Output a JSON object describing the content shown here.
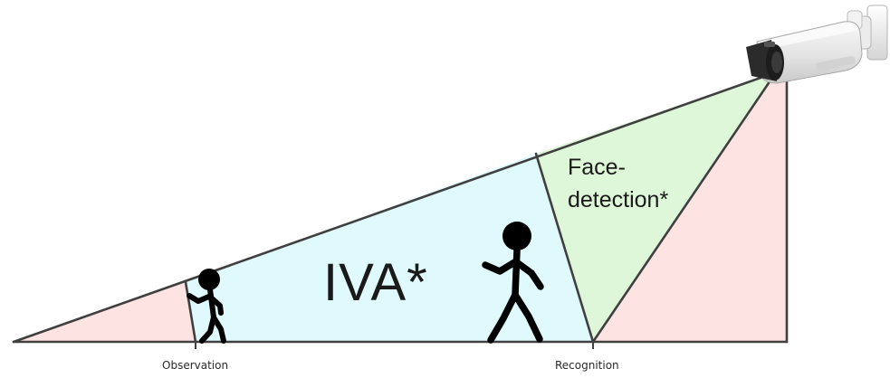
{
  "zones": {
    "iva_label": "IVA*",
    "face_detection_label_line1": "Face-",
    "face_detection_label_line2": "detection*"
  },
  "ground_markers": {
    "observation_label": "Observation",
    "recognition_label": "Recognition"
  },
  "colors": {
    "observation_zone": "#fde3e1",
    "iva_zone": "#dff9fd",
    "face_detection_zone": "#dff7d9",
    "recognition_zone": "#fde3e1",
    "outline": "#404040",
    "figure": "#000000"
  },
  "icons": {
    "camera": "bullet-camera-icon",
    "person_small": "walking-person-icon",
    "person_large": "walking-person-icon"
  }
}
